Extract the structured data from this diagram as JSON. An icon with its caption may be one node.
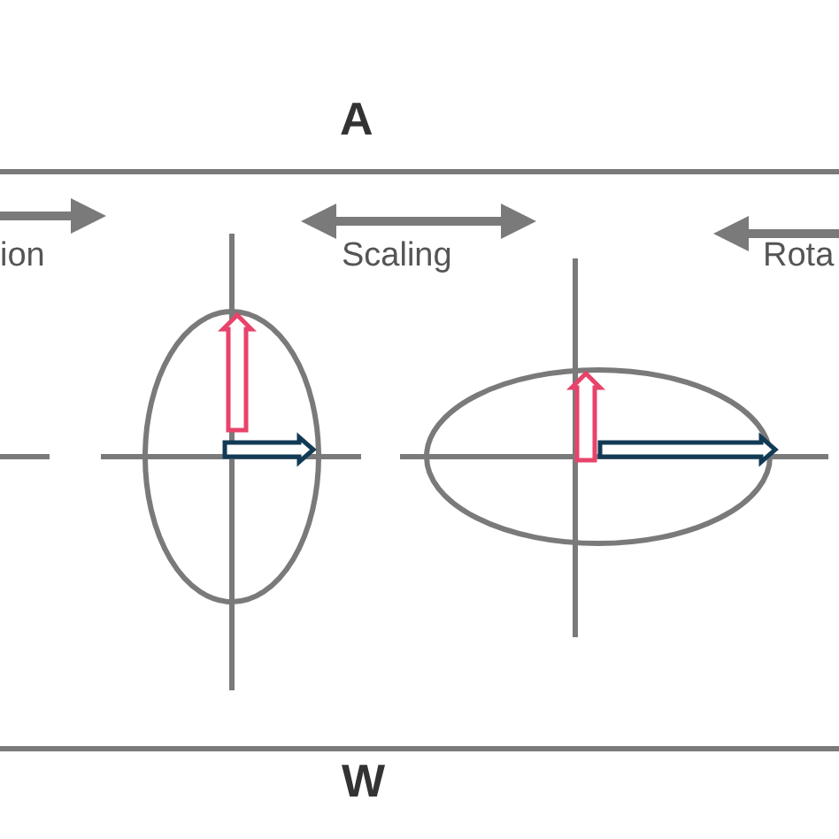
{
  "diagram": {
    "labels": [
      "A",
      "ion",
      "Scaling",
      "Rota",
      "W"
    ]
  }
}
